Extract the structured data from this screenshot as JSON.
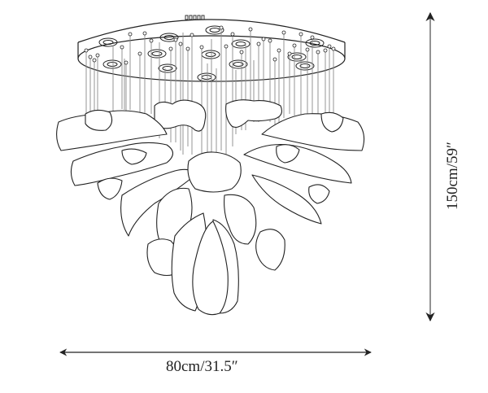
{
  "dimensions": {
    "width": {
      "label": "80cm/31.5″",
      "cm": 80,
      "inches": 31.5
    },
    "height": {
      "label": "150cm/59″",
      "cm": 150,
      "inches": 59
    }
  },
  "drawing": {
    "subject": "crystal-petal-chandelier",
    "line_color": "#222222",
    "rod_color": "#8a8a8a",
    "arrow_color": "#222222"
  }
}
